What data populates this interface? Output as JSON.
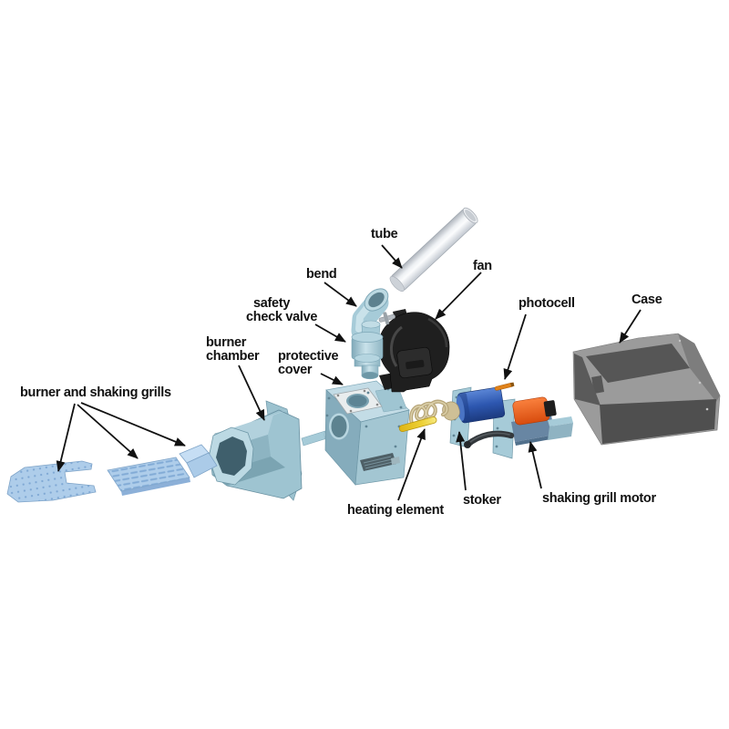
{
  "diagram": {
    "background_color": "#ffffff",
    "label_text_color": "#111111",
    "labels": {
      "tube": "tube",
      "bend": "bend",
      "fan": "fan",
      "safety_check_valve": {
        "line1": "safety",
        "line2": "check valve"
      },
      "photocell": "photocell",
      "case": "Case",
      "burner_chamber": {
        "line1": "burner",
        "line2": "chamber"
      },
      "protective_cover": {
        "line1": "protective",
        "line2": "cover"
      },
      "burner_and_shaking_grills": "burner and shaking grills",
      "heating_element": "heating element",
      "stoker": "stoker",
      "shaking_grill_motor": "shaking grill motor"
    },
    "colors": {
      "part_blue": "#a6cbd8",
      "part_blue_light": "#c3dce6",
      "part_blue_dark": "#85acbc",
      "grill_blue": "#aecdea",
      "fan_black": "#1f1f1f",
      "tube_silver": "#dfe3e8",
      "stoker_blue": "#2d57b0",
      "motor_orange": "#ea5b1d",
      "heating_yellow": "#e7c31f",
      "spring_tan": "#b9a87c",
      "photocell_orange": "#e0821a",
      "case_gray": "#9b9b9b",
      "case_dark_gray": "#4f4f4f",
      "arrow_color": "#111111"
    }
  }
}
